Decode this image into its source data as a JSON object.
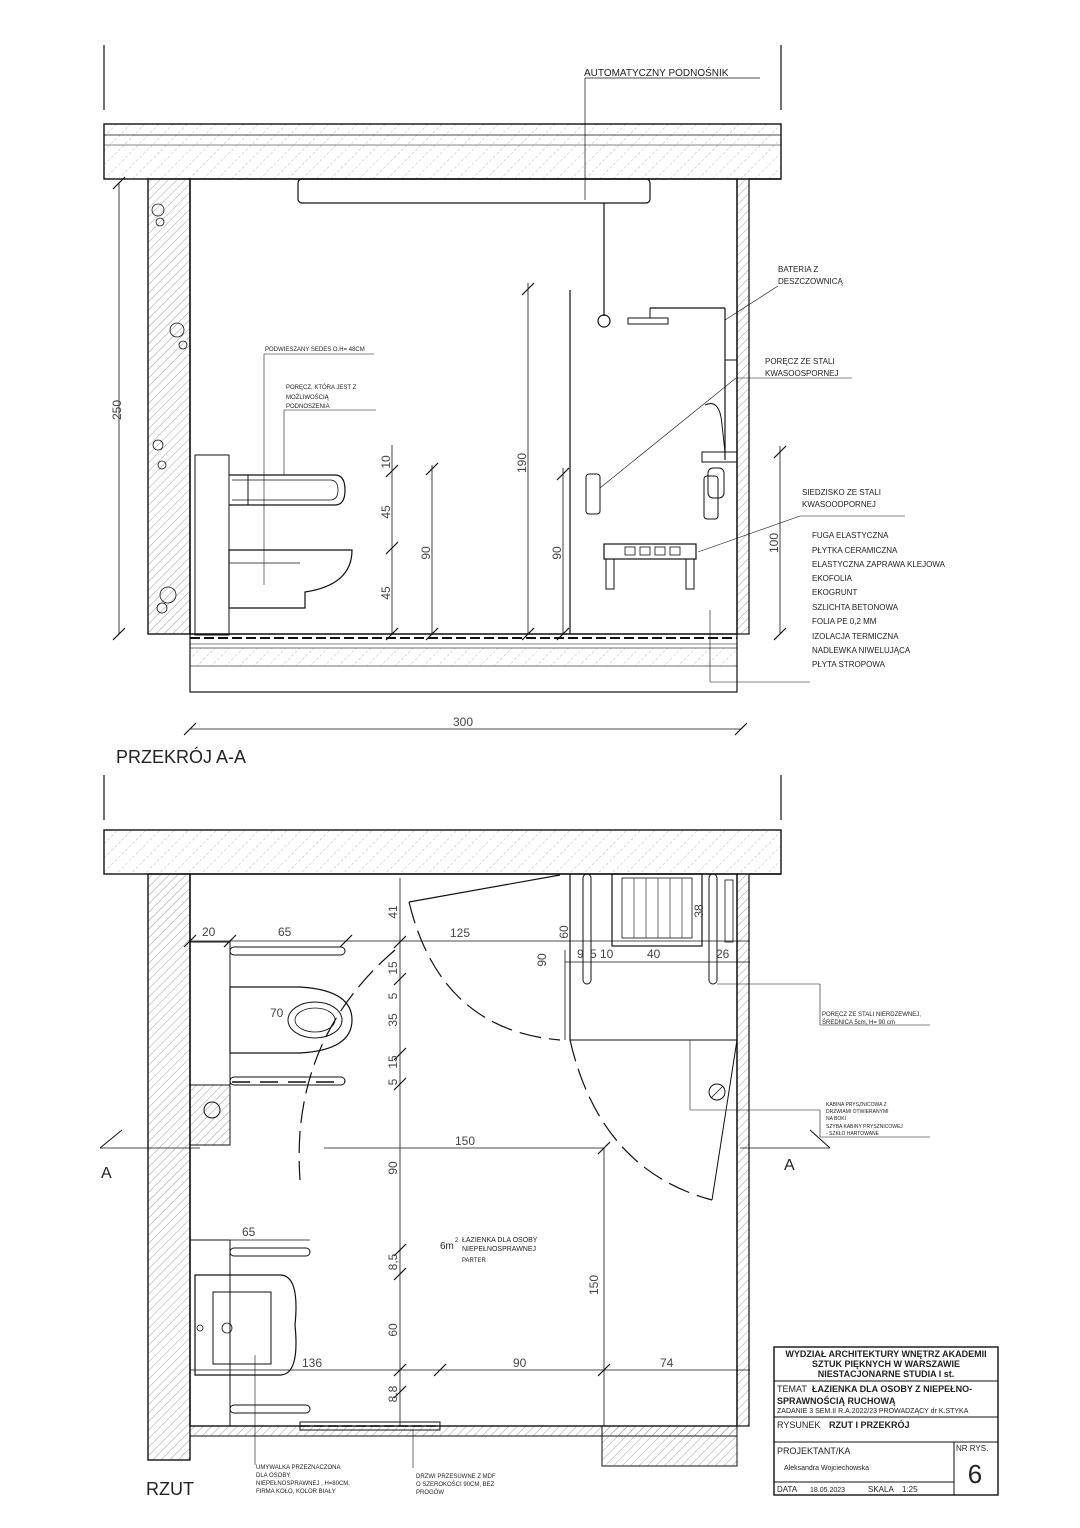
{
  "section": {
    "title": "PRZEKRÓJ A-A",
    "labels": {
      "lift": "AUTOMATYCZNY PODNOŚNIK",
      "battery1": "BATERIA Z",
      "battery2": "DESZCZOWNICĄ",
      "rail1": "PORĘCZ ZE STALI",
      "rail2": "KWASOOSPORNEJ",
      "wc": "PODWIESZANY SEDES O.H= 48CM",
      "fold1": "PORĘCZ, KTÓRA JEST Z",
      "fold2": "MOŻLIWOŚCIĄ",
      "fold3": "PODNOSZENIA",
      "seat1": "SIEDZISKO ZE STALI",
      "seat2": "KWASOODPORNEJ"
    },
    "layers": [
      "FUGA ELASTYCZNA",
      "PŁYTKA CERAMICZNA",
      "ELASTYCZNA ZAPRAWA KLEJOWA",
      "EKOFOLIA",
      "EKOGRUNT",
      "SZLICHTA BETONOWA",
      "FOLIA PE 0,2 MM",
      "IZOLACJA TERMICZNA",
      "NADLEWKA NIWELUJĄCA",
      "PŁYTA STROPOWA"
    ],
    "dims": {
      "h250": "250",
      "w300": "300",
      "d10": "10",
      "d45a": "45",
      "d45b": "45",
      "d90a": "90",
      "d190": "190",
      "d90b": "90",
      "d100": "100"
    }
  },
  "plan": {
    "title": "RZUT",
    "cut_a": "A",
    "dims": {
      "d20": "20",
      "d65a": "65",
      "d125": "125",
      "d60": "60",
      "d9": "9",
      "d5": "5",
      "d10": "10",
      "d40": "40",
      "d26": "26",
      "d38": "38",
      "d90v": "90",
      "d41": "41",
      "d15a": "15",
      "d5a": "5",
      "d35": "35",
      "d15b": "15",
      "d5b": "5",
      "d70": "70",
      "d150h": "150",
      "d90": "90",
      "d65b": "65",
      "d85": "8,5",
      "d60v": "60",
      "d88": "8,8",
      "d136": "136",
      "d90b": "90",
      "d74": "74",
      "d150v": "150"
    },
    "room": {
      "area": "6m",
      "sup": "2",
      "name1": "ŁAZIENKA DLA OSOBY",
      "name2": "NIEPEŁNOSPRAWNEJ",
      "floor": "PARTER"
    },
    "notes": {
      "rail1": "PORĘCZ ZE STALI NIERDZEWNEJ,",
      "rail2": "ŚREDNICA 5cm, H= 90 cm",
      "cab1": "KABINA PRYSZNICOWA Z",
      "cab2": "DRZWIAMI OTWIERANYMI",
      "cab3": "NA BOKI",
      "cab4": "SZYBA KABINY PRYSZNICOWEJ",
      "cab5": "- SZKŁO HARTOWANE",
      "sink1": "UMYWALKA PRZEZNACZONA",
      "sink2": "DLA OSOBY",
      "sink3": "NIEPEŁNOSPRAWNEJ , H=80CM,",
      "sink4": "FIRMA KOŁO, KOLOR BIAŁY",
      "door1": "DRZWI PRZESUWNE Z MDF",
      "door2": "O SZEROKOŚCI 90CM, BEZ",
      "door3": "PROGÓW"
    }
  },
  "titleblock": {
    "school1": "WYDZIAŁ ARCHITEKTURY WNĘTRZ AKADEMII",
    "school2": "SZTUK PIĘKNYCH W WARSZAWIE",
    "school3": "NIESTACJONARNE STUDIA I st.",
    "temat_label": "TEMAT",
    "temat1": "ŁAZIENKA DLA OSOBY Z NIEPEŁNO-",
    "temat2": "SPRAWNOŚCIĄ RUCHOWĄ",
    "info": "ZADANIE 3 SEM.II   R.A.2022/23  PROWADZĄCY  dr  K.STYKA",
    "rys_label": "RYSUNEK",
    "rys_value": "RZUT I PRZEKRÓJ",
    "proj_label": "PROJEKTANT/KA",
    "proj_name": "Aleksandra Wojciechowska",
    "nr_label": "NR RYS.",
    "nr_value": "6",
    "data_label": "DATA",
    "data_value": "18.05.2023",
    "skala_label": "SKALA",
    "skala_value": "1:25"
  }
}
